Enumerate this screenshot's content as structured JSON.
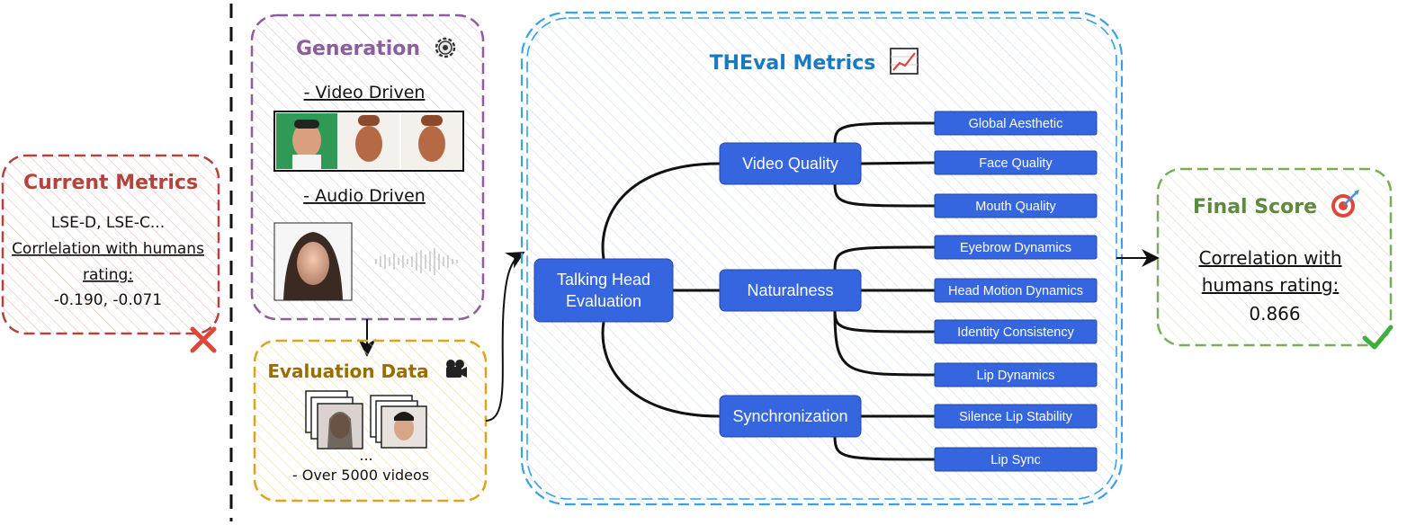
{
  "current_metrics": {
    "title": "Current Metrics",
    "line1": "LSE-D, LSE-C...",
    "line2": "Corrlelation with humans",
    "line3": "rating:",
    "values": "-0.190, -0.071"
  },
  "generation": {
    "title": "Generation",
    "video_driven": "- Video Driven",
    "audio_driven": "- Audio Driven"
  },
  "evaluation_data": {
    "title": "Evaluation Data",
    "ellipsis": "...",
    "count": "- Over 5000 videos"
  },
  "theval": {
    "title": "THEval Metrics",
    "root": [
      "Talking Head",
      "Evaluation"
    ],
    "categories": [
      {
        "label": "Video Quality",
        "leaves": [
          "Global Aesthetic",
          "Face Quality",
          "Mouth Quality"
        ]
      },
      {
        "label": "Naturalness",
        "leaves": [
          "Eyebrow Dynamics",
          "Head Motion Dynamics",
          "Identity Consistency",
          "Lip Dynamics"
        ]
      },
      {
        "label": "Synchronization",
        "leaves": [
          "Silence Lip Stability",
          "Lip Sync"
        ]
      }
    ]
  },
  "final_score": {
    "title": "Final Score",
    "line1": "Correlation with",
    "line2": "humans rating:",
    "value": "0.866"
  },
  "colors": {
    "red": "#b3433c",
    "purple": "#8b5e9c",
    "gold": "#d9a520",
    "gold_text": "#9a6d00",
    "blue_dash": "#3aa0e8",
    "blue_title": "#1a7ac0",
    "node": "#3566e0",
    "green": "#7cab5c",
    "green_text": "#5d8a3e"
  }
}
